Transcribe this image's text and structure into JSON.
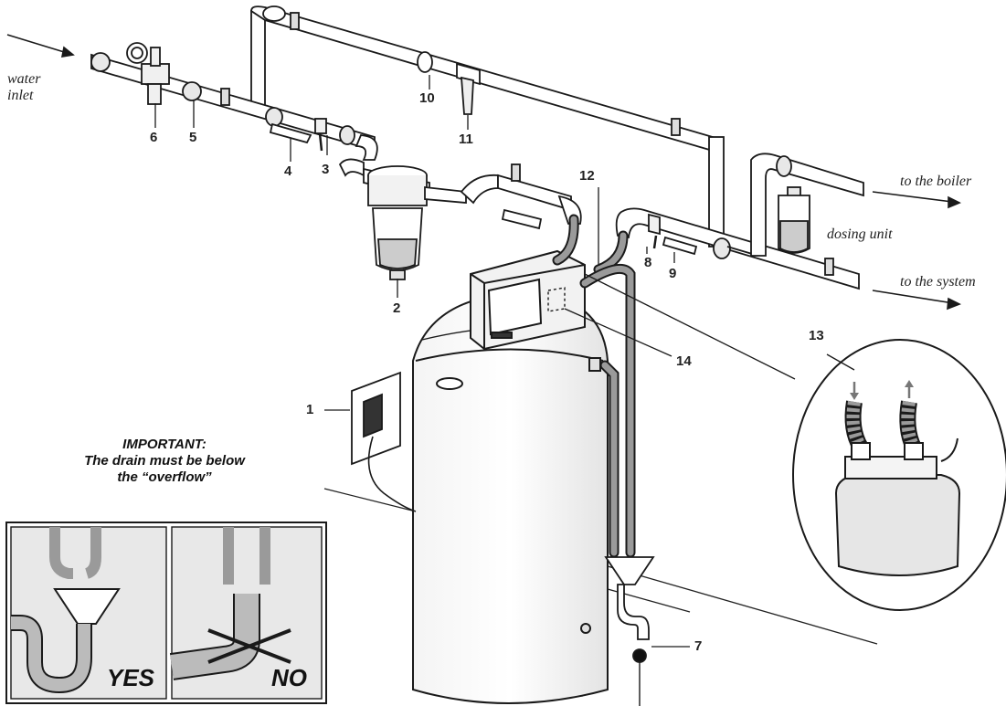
{
  "callouts": {
    "c1": "1",
    "c2": "2",
    "c3": "3",
    "c4": "4",
    "c5": "5",
    "c6": "6",
    "c7": "7",
    "c8": "8",
    "c9": "9",
    "c10": "10",
    "c11": "11",
    "c12": "12",
    "c13": "13",
    "c14": "14"
  },
  "flow_labels": {
    "inlet_line1": "water",
    "inlet_line2": "inlet",
    "boiler": "to the boiler",
    "system": "to the system",
    "dosing": "dosing unit"
  },
  "drain_note": {
    "heading": "IMPORTANT:",
    "line1": "The drain must be below",
    "line2": "the “overflow”",
    "yes": "YES",
    "no": "NO"
  },
  "colors": {
    "line": "#1a1a1a",
    "hose": "#9a9a9a",
    "panel": "#c8c8c8",
    "light": "#e6e6e6"
  }
}
